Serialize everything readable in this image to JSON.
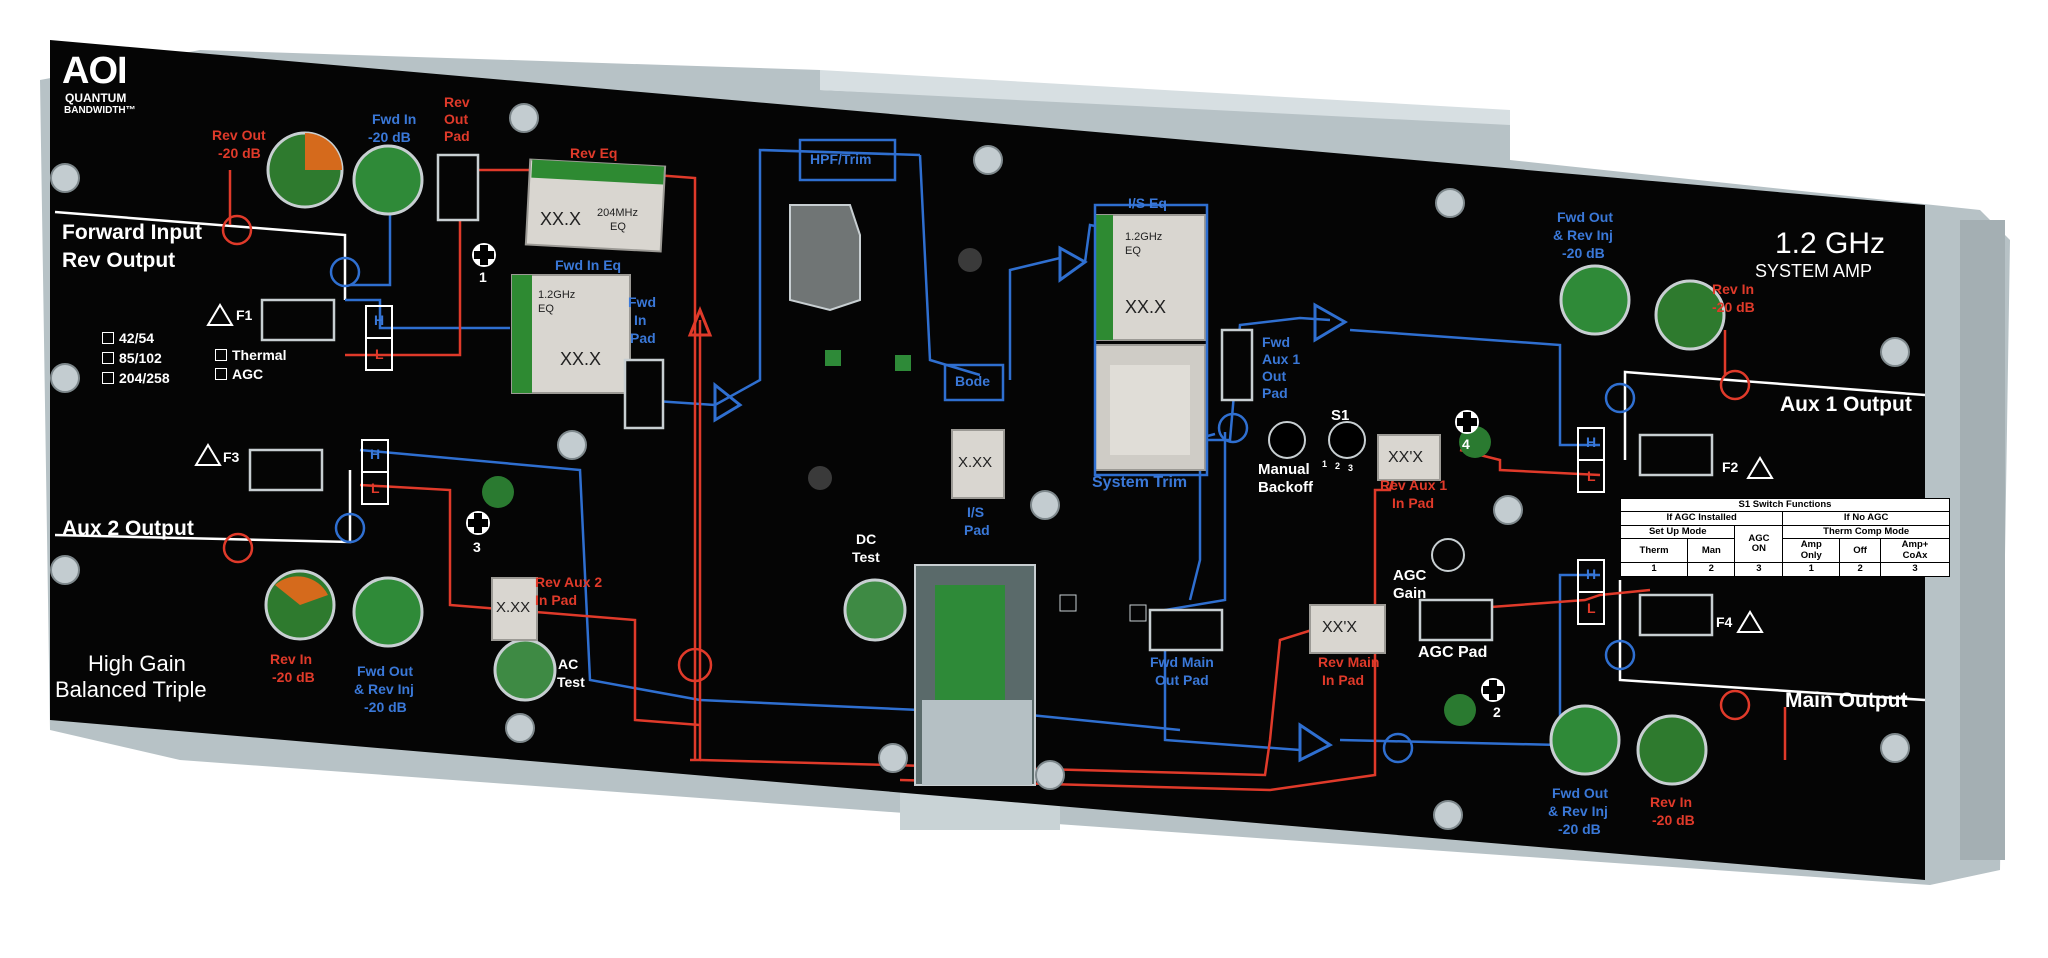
{
  "brand": {
    "logo": "AOI",
    "line1": "QUANTUM",
    "line2": "BANDWIDTH™"
  },
  "title": {
    "freq": "1.2 GHz",
    "product": "SYSTEM AMP"
  },
  "model": {
    "line1": "High Gain",
    "line2": "Balanced Triple"
  },
  "ports": {
    "forward_input": "Forward Input",
    "rev_output": "Rev Output",
    "aux2_output": "Aux 2 Output",
    "aux1_output": "Aux 1 Output",
    "main_output": "Main Output"
  },
  "test_points": {
    "rev_out": "Rev Out",
    "fwd_in": "Fwd In",
    "minus20": "-20 dB",
    "rev_in": "Rev In",
    "fwd_out": "Fwd Out",
    "rev_inj": "& Rev Inj",
    "dc": "DC",
    "ac": "AC",
    "test": "Test"
  },
  "pads": {
    "rev_out": [
      "Rev",
      "Out",
      "Pad"
    ],
    "fwd_in": [
      "Fwd",
      "In",
      "Pad"
    ],
    "fwd_aux1_out": [
      "Fwd",
      "Aux 1",
      "Out",
      "Pad"
    ],
    "is": [
      "I/S",
      "Pad"
    ],
    "rev_aux2_in": [
      "Rev Aux 2",
      "In Pad"
    ],
    "rev_aux1_in": [
      "Rev Aux 1",
      "In Pad"
    ],
    "fwd_main_out": [
      "Fwd Main",
      "Out Pad"
    ],
    "rev_main_in": [
      "Rev Main",
      "In Pad"
    ],
    "agc": "AGC Pad"
  },
  "modules": {
    "rev_eq": "Rev Eq",
    "fwd_in_eq": "Fwd In Eq",
    "is_eq": "I/S Eq",
    "hpf_trim": "HPF/Trim",
    "bode": "Bode",
    "system_trim": "System Trim"
  },
  "module_text": {
    "xx_x": "XX.X",
    "xxx": "XX'X",
    "x_xx": "X.XX",
    "freq_204": "204MHz",
    "freq_12": "1.2GHz",
    "eq": "EQ"
  },
  "fuses": {
    "f1": "F1",
    "f2": "F2",
    "f3": "F3",
    "f4": "F4"
  },
  "diplex": {
    "h": "H",
    "l": "L"
  },
  "splits": [
    "42/54",
    "85/102",
    "204/258"
  ],
  "agc_options": [
    "Thermal",
    "AGC"
  ],
  "controls": {
    "manual": "Manual",
    "backoff": "Backoff",
    "s1": "S1",
    "s1_positions": [
      "1",
      "2",
      "3"
    ],
    "agc": "AGC",
    "gain": "Gain"
  },
  "numbers": [
    "1",
    "2",
    "3",
    "4"
  ],
  "s1_table": {
    "title": "S1 Switch Functions",
    "if_agc": "If AGC Installed",
    "if_no_agc": "If No AGC",
    "set_up_mode": "Set Up Mode",
    "therm_comp_mode": "Therm Comp Mode",
    "therm": "Therm",
    "man": "Man",
    "agc_on": [
      "AGC",
      "ON"
    ],
    "amp_only": [
      "Amp",
      "Only"
    ],
    "off": "Off",
    "amp_coax": [
      "Amp+",
      "CoAx"
    ],
    "positions": [
      "1",
      "2",
      "3",
      "1",
      "2",
      "3"
    ]
  },
  "colors": {
    "panel": "#050505",
    "housing": "#b9c4c8",
    "forward_path": "#2f6fd0",
    "reverse_path": "#e03a2a",
    "label_white": "#ffffff",
    "test_green": "#3a8a3a"
  }
}
